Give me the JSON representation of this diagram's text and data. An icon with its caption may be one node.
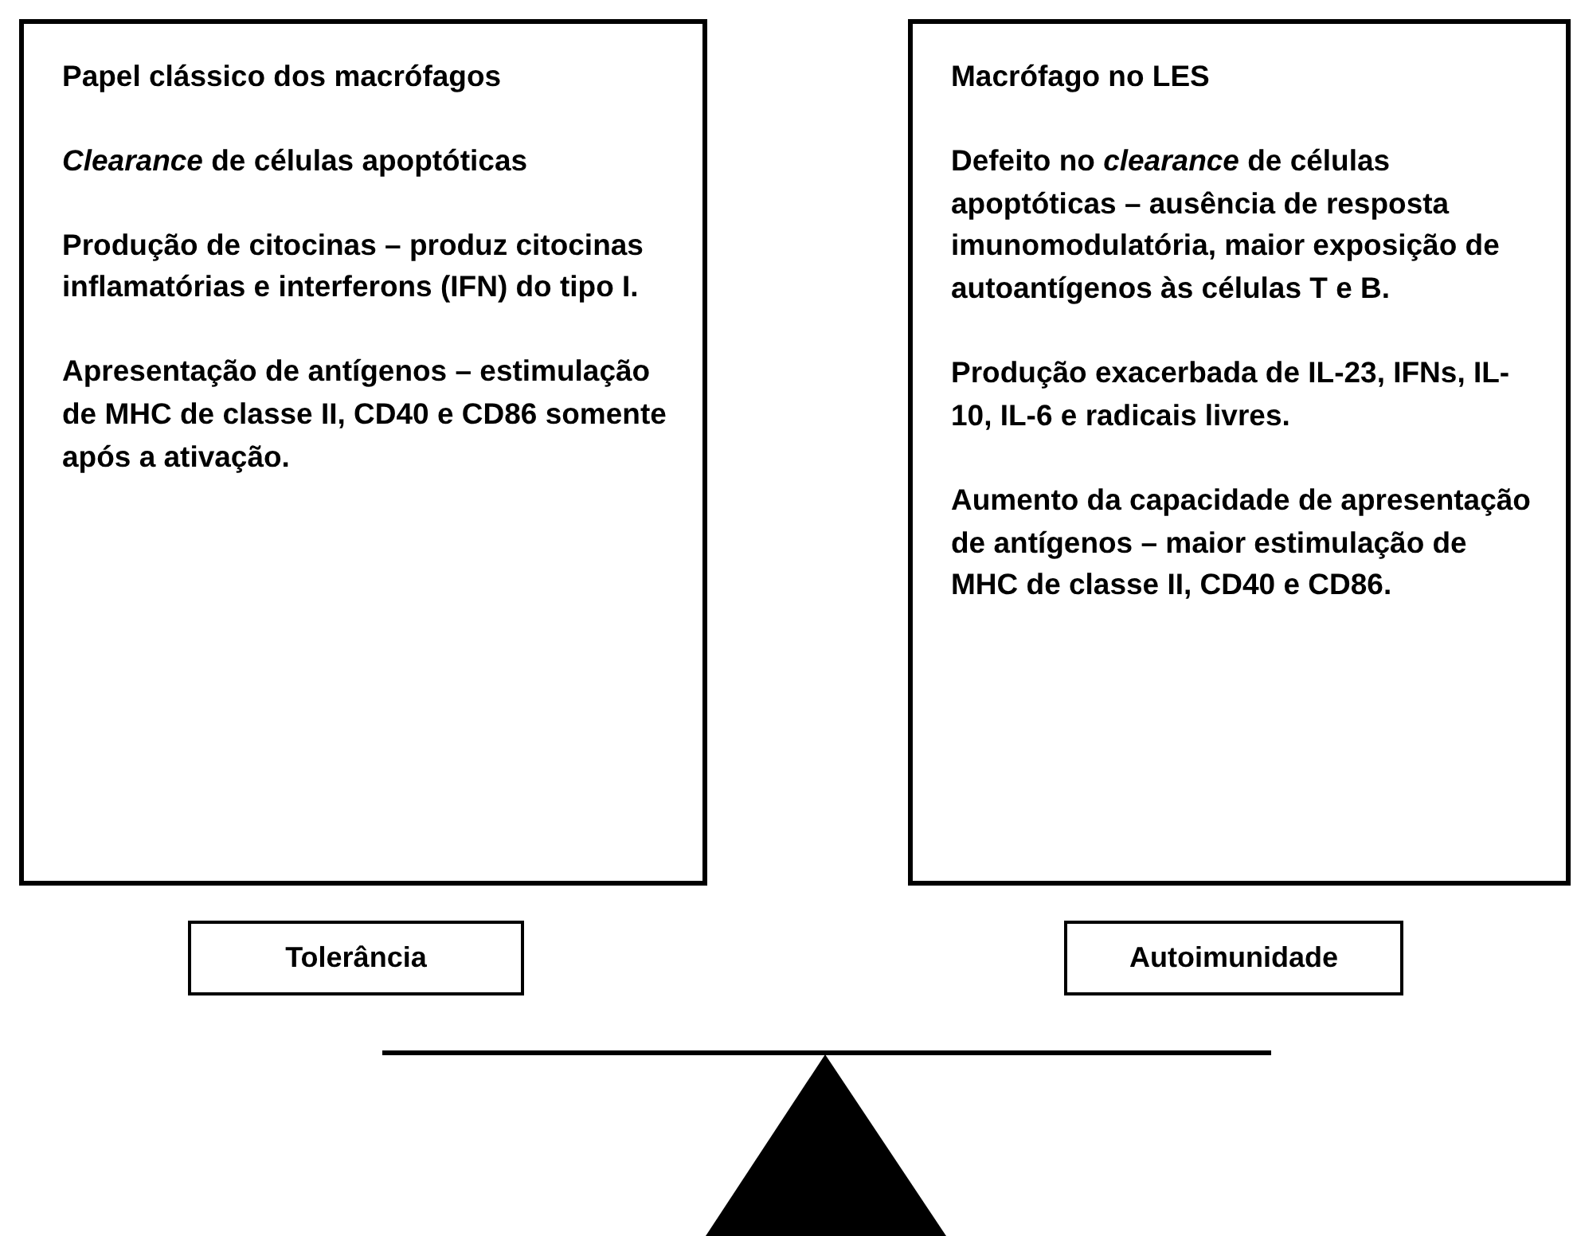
{
  "diagram": {
    "nodes": [
      {
        "text": [
          "Papel clássico dos macrófagos",
          "*Clearance* de células apoptóticas",
          "Produção de citocinas – produz citocinas inflamatórias e interferons (IFN) do tipo I.",
          "Apresentação de antígenos – estimulação de MHC de classe II, CD40 e CD86 somente após a ativação."
        ]
      },
      {
        "text": [
          "Macrófago no LES",
          "Defeito no *clearance* de células apoptóticas – ausência de resposta imunomodulatória, maior exposição de autoantígenos às células T e B.",
          "Produção exacerbada de IL-23, IFNs, IL-10, IL-6 e radicais livres.",
          "Aumento da capacidade de apresentação de antígenos – maior estimulação de MHC de classe II, CD40 e CD86."
        ]
      },
      {
        "text": [
          "Tolerância"
        ]
      },
      {
        "text": [
          "Autoimunidade"
        ]
      }
    ]
  }
}
